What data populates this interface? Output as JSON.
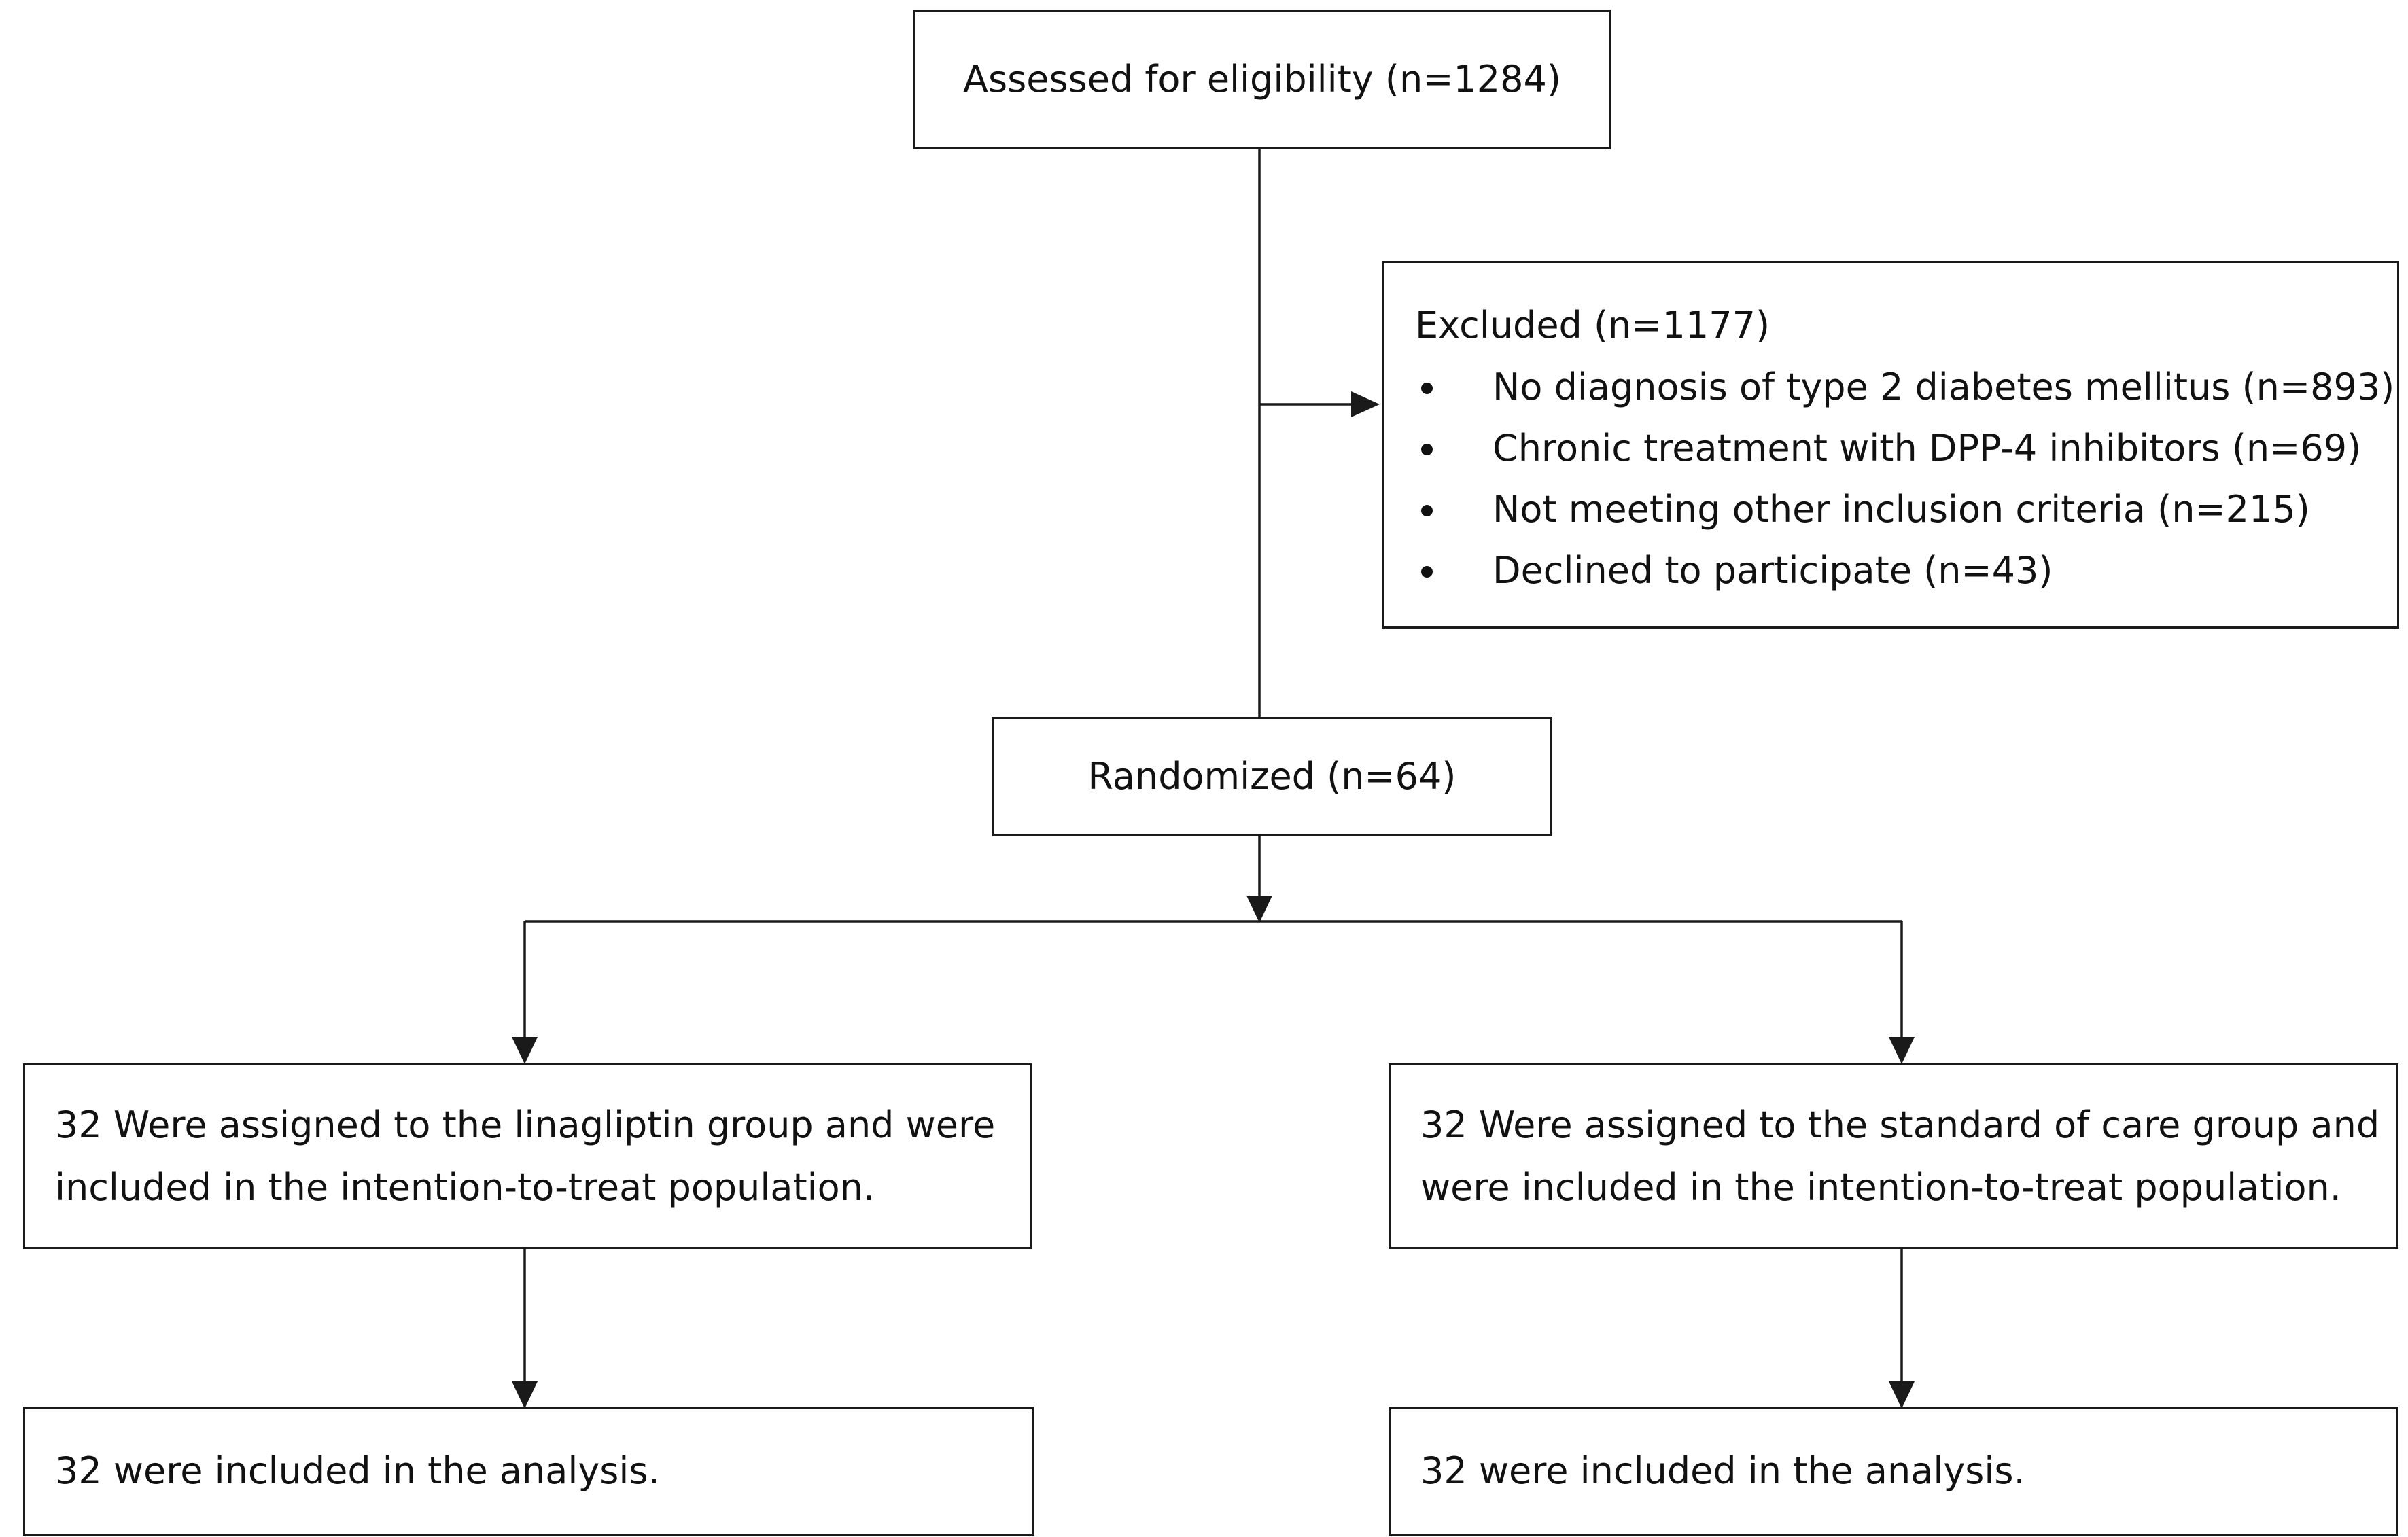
{
  "assessed": {
    "text": "Assessed for eligibility (n=1284)"
  },
  "excluded": {
    "title": "Excluded (n=1177)",
    "items": [
      "No diagnosis of type 2 diabetes mellitus (n=893)",
      "Chronic treatment with DPP-4 inhibitors (n=69)",
      "Not meeting other inclusion criteria (n=215)",
      "Declined to participate (n=43)"
    ]
  },
  "randomized": {
    "text": "Randomized (n=64)"
  },
  "left_group": {
    "line1": "32 Were assigned to the linagliptin group and were",
    "line2": "included in the intention-to-treat population.",
    "analysis": "32 were included in the analysis."
  },
  "right_group": {
    "line1": "32 Were assigned to the standard of care group and",
    "line2": "were included in the intention-to-treat population.",
    "analysis": "32 were included in the analysis."
  }
}
